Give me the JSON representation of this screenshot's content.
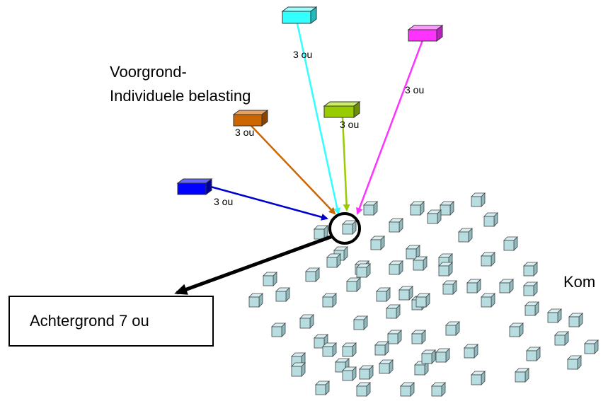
{
  "labels": {
    "foreground_line1": "Voorgrond-",
    "foreground_line2": "Individuele belasting",
    "background_box": "Achtergrond 7 ou",
    "kom": "Kom",
    "load_cyan": "3 ou",
    "load_magenta": "3 ou",
    "load_green": "3 ou",
    "load_orange": "3 ou",
    "load_blue": "3 ou"
  },
  "sources": [
    {
      "name": "cyan-source",
      "color": "#33ffff",
      "arrow_color": "#33ffff"
    },
    {
      "name": "magenta-source",
      "color": "#ff33ff",
      "arrow_color": "#ff33ff"
    },
    {
      "name": "green-source",
      "color": "#99cc00",
      "arrow_color": "#99cc00"
    },
    {
      "name": "orange-source",
      "color": "#cc6600",
      "arrow_color": "#cc6600"
    },
    {
      "name": "blue-source",
      "color": "#0000ff",
      "arrow_color": "#0000cc"
    }
  ],
  "colors": {
    "house_face": "#b7dde0",
    "house_stroke": "#444444",
    "circle": "#000000"
  }
}
